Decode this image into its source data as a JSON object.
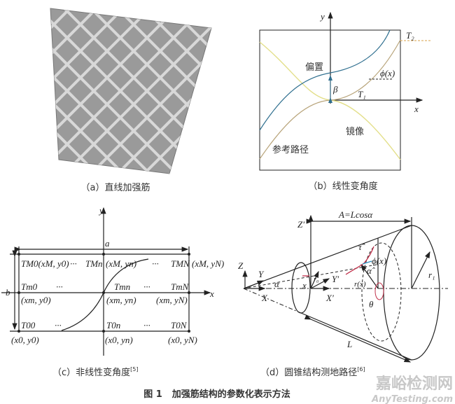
{
  "figure": {
    "caption_number": "图 1",
    "caption_text": "加强筋结构的参数化表示方法",
    "watermark_cn": "嘉峪检测网",
    "watermark_en": "AnyTesting.com"
  },
  "panels": {
    "a": {
      "caption": "（a）直线加强筋"
    },
    "b": {
      "caption": "（b）线性变角度",
      "axis_x": "x",
      "axis_y": "y",
      "offset_label": "偏置",
      "mirror_label": "镜像",
      "reference_label": "参考路径",
      "beta": "β",
      "t1": "T₁",
      "t2": "T₂",
      "phi": "ϕ(x)",
      "colors": {
        "offset": "#2f6f8f",
        "reference": "#b8a47a",
        "mirror": "#e3df8a"
      }
    },
    "c": {
      "caption": "（c）非线性变角度",
      "ref": "[5]",
      "axis_x": "x",
      "axis_y": "y",
      "a": "a",
      "b": "b",
      "labels": {
        "tm0_top": "TM0(xM, y0)",
        "dots1": "···",
        "tmn_top": "TMn",
        "xm_yn_top": "(xM, yn)",
        "dots2": "···",
        "tMN": "TMN",
        "xM_yN": "(xM, yN)",
        "tm0": "Tm0",
        "dots3": "···",
        "tmn": "Tmn",
        "dots4": "···",
        "tmN": "TmN",
        "xm_y0": "(xm, y0)",
        "xm_yn": "(xm, yn)",
        "xm_yN": "(xm, yN)",
        "t00": "T00",
        "dots5": "···",
        "t0n": "T0n",
        "dots6": "···",
        "t0N": "T0N",
        "x0_y0": "(x0, y0)",
        "x0_yn": "(x0, yn)",
        "x0_yN": "(x0, yN)"
      }
    },
    "d": {
      "caption": "（d）圆锥结构测地路径",
      "ref": "[6]",
      "A": "A=Lcosα",
      "L": "L",
      "r1": "r₁",
      "Z": "Z",
      "Y": "Y",
      "X": "X",
      "alpha": "α",
      "Zp": "Z′",
      "Yp": "Y′",
      "Xp": "X′",
      "x": "x",
      "r0": "r₀",
      "phi": "ϕ(x)",
      "tau": "τ̂",
      "alpha_hat": "α̂",
      "rx": "r(x)",
      "theta": "θ",
      "colors": {
        "path": "#c0304a",
        "tangent": "#2a8fc0"
      }
    }
  }
}
